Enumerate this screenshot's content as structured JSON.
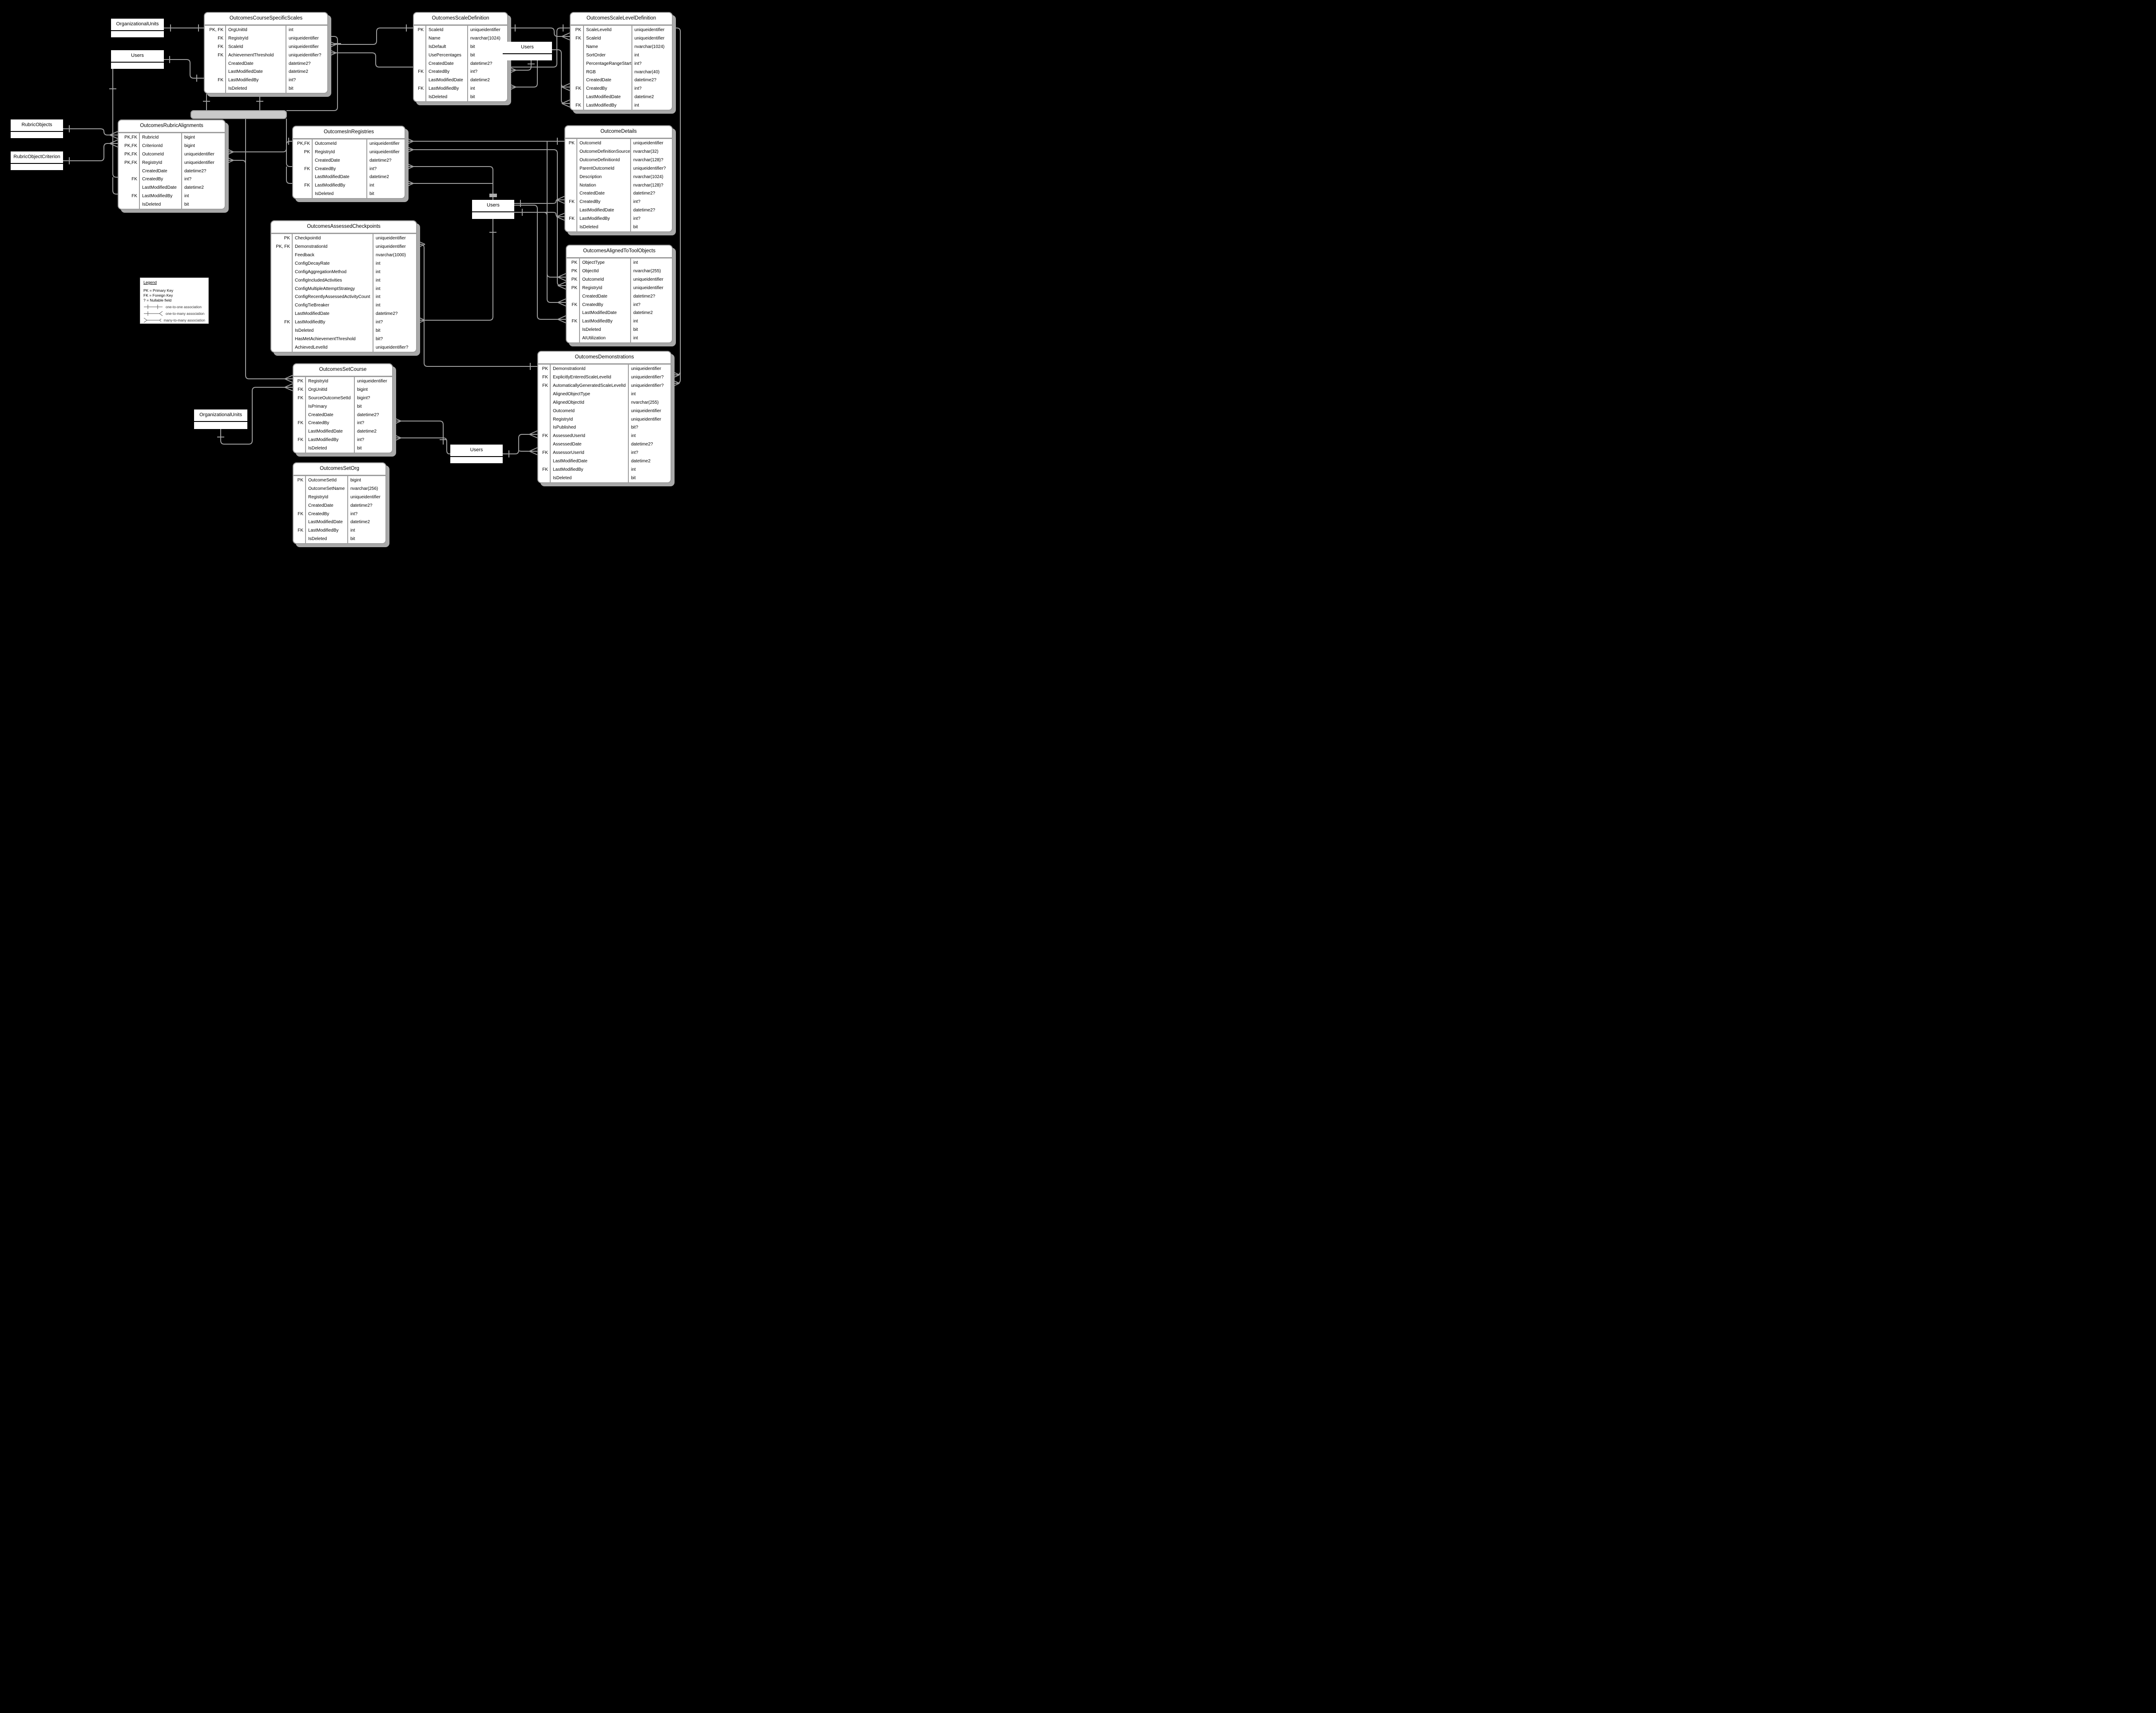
{
  "diagram": {
    "background_color": "#000000",
    "connector_color": "#9e9e9e",
    "entities": [
      {
        "name": "OutcomesCourseSpecificScales",
        "columns": [
          {
            "key": "PK, FK",
            "name": "OrgUnitId",
            "type": "int"
          },
          {
            "key": "FK",
            "name": "RegistryId",
            "type": "uniqueidentifier"
          },
          {
            "key": "FK",
            "name": "ScaleId",
            "type": "uniqueidentifier"
          },
          {
            "key": "FK",
            "name": "AchievementThreshold",
            "type": "uniqueidentifier?"
          },
          {
            "key": "",
            "name": "CreatedDate",
            "type": "datetime2?"
          },
          {
            "key": "",
            "name": "LastModifiedDate",
            "type": "datetime2"
          },
          {
            "key": "FK",
            "name": "LastModifiedBy",
            "type": "int?"
          },
          {
            "key": "",
            "name": "IsDeleted",
            "type": "bit"
          }
        ]
      },
      {
        "name": "OutcomesScaleDefinition",
        "columns": [
          {
            "key": "PK",
            "name": "ScaleId",
            "type": "uniqueidentifier"
          },
          {
            "key": "",
            "name": "Name",
            "type": "nvarchar(1024)"
          },
          {
            "key": "",
            "name": "IsDefault",
            "type": "bit"
          },
          {
            "key": "",
            "name": "UsePercentages",
            "type": "bit"
          },
          {
            "key": "",
            "name": "CreatedDate",
            "type": "datetime2?"
          },
          {
            "key": "FK",
            "name": "CreatedBy",
            "type": "int?"
          },
          {
            "key": "",
            "name": "LastModifiedDate",
            "type": "datetime2"
          },
          {
            "key": "FK",
            "name": "LastModifiedBy",
            "type": "int"
          },
          {
            "key": "",
            "name": "IsDeleted",
            "type": "bit"
          }
        ]
      },
      {
        "name": "OutcomesScaleLevelDefinition",
        "columns": [
          {
            "key": "PK",
            "name": "ScaleLevelId",
            "type": "uniqueidentifier"
          },
          {
            "key": "FK",
            "name": "ScaleId",
            "type": "uniqueidentifier"
          },
          {
            "key": "",
            "name": "Name",
            "type": "nvarchar(1024)"
          },
          {
            "key": "",
            "name": "SortOrder",
            "type": "int"
          },
          {
            "key": "",
            "name": "PercentageRangeStart",
            "type": "int?"
          },
          {
            "key": "",
            "name": "RGB",
            "type": "nvarchar(40)"
          },
          {
            "key": "",
            "name": "CreatedDate",
            "type": "datetime2?"
          },
          {
            "key": "FK",
            "name": "CreatedBy",
            "type": "int?"
          },
          {
            "key": "",
            "name": "LastModifiedDate",
            "type": "datetime2"
          },
          {
            "key": "FK",
            "name": "LastModifiedBy",
            "type": "int"
          }
        ]
      },
      {
        "name": "OutcomesRubricAlignments",
        "columns": [
          {
            "key": "PK,FK",
            "name": "RubricId",
            "type": "bigint"
          },
          {
            "key": "PK,FK",
            "name": "CriterionId",
            "type": "bigint"
          },
          {
            "key": "PK,FK",
            "name": "OutcomeId",
            "type": "uniqueidentifier"
          },
          {
            "key": "PK,FK",
            "name": "RegistryId",
            "type": "uniqueidentifier"
          },
          {
            "key": "",
            "name": "CreatedDate",
            "type": "datetime2?"
          },
          {
            "key": "FK",
            "name": "CreatedBy",
            "type": "int?"
          },
          {
            "key": "",
            "name": "LastModifiedDate",
            "type": "datetime2"
          },
          {
            "key": "FK",
            "name": "LastModifiedBy",
            "type": "int"
          },
          {
            "key": "",
            "name": "IsDeleted",
            "type": "bit"
          }
        ]
      },
      {
        "name": "OutcomesInRegistries",
        "columns": [
          {
            "key": "PK,FK",
            "name": "OutcomeId",
            "type": "uniqueidentifier"
          },
          {
            "key": "PK",
            "name": "RegistryId",
            "type": "uniqueidentifier"
          },
          {
            "key": "",
            "name": "CreatedDate",
            "type": "datetime2?"
          },
          {
            "key": "FK",
            "name": "CreatedBy",
            "type": "int?"
          },
          {
            "key": "",
            "name": "LastModifiedDate",
            "type": "datetime2"
          },
          {
            "key": "FK",
            "name": "LastModifiedBy",
            "type": "int"
          },
          {
            "key": "",
            "name": "IsDeleted",
            "type": "bit"
          }
        ]
      },
      {
        "name": "OutcomeDetails",
        "columns": [
          {
            "key": "PK",
            "name": "OutcomeId",
            "type": "uniqueidentifier"
          },
          {
            "key": "",
            "name": "OutcomeDefinitionSource",
            "type": "nvarchar(32)"
          },
          {
            "key": "",
            "name": "OutcomeDefinitionId",
            "type": "nvarchar(128)?"
          },
          {
            "key": "",
            "name": "ParentOutcomeId",
            "type": "uniqueidentifier?"
          },
          {
            "key": "",
            "name": "Description",
            "type": "nvarchar(1024)"
          },
          {
            "key": "",
            "name": "Notation",
            "type": "nvarchar(128)?"
          },
          {
            "key": "",
            "name": "CreatedDate",
            "type": "datetime2?"
          },
          {
            "key": "FK",
            "name": "CreatedBy",
            "type": "int?"
          },
          {
            "key": "",
            "name": "LastModifiedDate",
            "type": "datetime2?"
          },
          {
            "key": "FK",
            "name": "LastModifiedBy",
            "type": "int?"
          },
          {
            "key": "",
            "name": "IsDeleted",
            "type": "bit"
          }
        ]
      },
      {
        "name": "OutcomesAssessedCheckpoints",
        "columns": [
          {
            "key": "PK",
            "name": "CheckpointId",
            "type": "uniqueidentifier"
          },
          {
            "key": "PK, FK",
            "name": "DemonstrationId",
            "type": "uniqueidentifier"
          },
          {
            "key": "",
            "name": "Feedback",
            "type": "nvarchar(1000)"
          },
          {
            "key": "",
            "name": "ConfigDecayRate",
            "type": "int"
          },
          {
            "key": "",
            "name": "ConfigAggregationMethod",
            "type": "int"
          },
          {
            "key": "",
            "name": "ConfigIncludedActivities",
            "type": "int"
          },
          {
            "key": "",
            "name": "ConfigMultipleAttemptStrategy",
            "type": "int"
          },
          {
            "key": "",
            "name": "ConfigRecentlyAssessedActivityCount",
            "type": "int"
          },
          {
            "key": "",
            "name": "ConfigTieBreaker",
            "type": "int"
          },
          {
            "key": "",
            "name": "LastModifiedDate",
            "type": "datetime2?"
          },
          {
            "key": "FK",
            "name": "LastModifiedBy",
            "type": "int?"
          },
          {
            "key": "",
            "name": "IsDeleted",
            "type": "bit"
          },
          {
            "key": "",
            "name": "HasMetAchievementThreshold",
            "type": "bit?"
          },
          {
            "key": "",
            "name": "AchievedLevelId",
            "type": "uniqueidentifier?"
          }
        ]
      },
      {
        "name": "OutcomesAlignedToToolObjects",
        "columns": [
          {
            "key": "PK",
            "name": "ObjectType",
            "type": "int"
          },
          {
            "key": "PK",
            "name": "ObjectId",
            "type": "nvarchar(255)"
          },
          {
            "key": "PK",
            "name": "OutcomeId",
            "type": "uniqueidentifier"
          },
          {
            "key": "PK",
            "name": "RegistryId",
            "type": "uniqueidentifier"
          },
          {
            "key": "",
            "name": "CreatedDate",
            "type": "datetime2?"
          },
          {
            "key": "FK",
            "name": "CreatedBy",
            "type": "int?"
          },
          {
            "key": "",
            "name": "LastModifiedDate",
            "type": "datetime2"
          },
          {
            "key": "FK",
            "name": "LastModifiedBy",
            "type": "int"
          },
          {
            "key": "",
            "name": "IsDeleted",
            "type": "bit"
          },
          {
            "key": "",
            "name": "AIUtilization",
            "type": "int"
          }
        ]
      },
      {
        "name": "OutcomesDemonstrations",
        "columns": [
          {
            "key": "PK",
            "name": "DemonstrationId",
            "type": "uniqueidentifier"
          },
          {
            "key": "FK",
            "name": "ExplicitlyEnteredScaleLevelId",
            "type": "uniqueidentifier?"
          },
          {
            "key": "FK",
            "name": "AutomaticallyGeneratedScaleLevelId",
            "type": "uniqueidentifier?"
          },
          {
            "key": "",
            "name": "AlignedObjectType",
            "type": "int"
          },
          {
            "key": "",
            "name": "AlignedObjectId",
            "type": "nvarchar(255)"
          },
          {
            "key": "",
            "name": "OutcomeId",
            "type": "uniqueidentifier"
          },
          {
            "key": "",
            "name": "RegistryId",
            "type": "uniqueidentifier"
          },
          {
            "key": "",
            "name": "IsPublished",
            "type": "bit?"
          },
          {
            "key": "FK",
            "name": "AssessedUserId",
            "type": "int"
          },
          {
            "key": "",
            "name": "AssessedDate",
            "type": "datetime2?"
          },
          {
            "key": "FK",
            "name": "AssessorUserId",
            "type": "int?"
          },
          {
            "key": "",
            "name": "LastModifiedDate",
            "type": "datetime2"
          },
          {
            "key": "FK",
            "name": "LastModifiedBy",
            "type": "int"
          },
          {
            "key": "",
            "name": "IsDeleted",
            "type": "bit"
          }
        ]
      },
      {
        "name": "OutcomesSetCourse",
        "columns": [
          {
            "key": "PK",
            "name": "RegistryId",
            "type": "uniqueidentifier"
          },
          {
            "key": "FK",
            "name": "OrgUnitId",
            "type": "bigint"
          },
          {
            "key": "FK",
            "name": "SourceOutcomeSetId",
            "type": "bigint?"
          },
          {
            "key": "",
            "name": "IsPrimary",
            "type": "bit"
          },
          {
            "key": "",
            "name": "CreatedDate",
            "type": "datetime2?"
          },
          {
            "key": "FK",
            "name": "CreatedBy",
            "type": "int?"
          },
          {
            "key": "",
            "name": "LastModifiedDate",
            "type": "datetime2"
          },
          {
            "key": "FK",
            "name": "LastModifiedBy",
            "type": "int?"
          },
          {
            "key": "",
            "name": "IsDeleted",
            "type": "bit"
          }
        ]
      },
      {
        "name": "OutcomesSetOrg",
        "columns": [
          {
            "key": "PK",
            "name": "OutcomeSetId",
            "type": "bigint"
          },
          {
            "key": "",
            "name": "OutcomeSetName",
            "type": "nvarchar(256)"
          },
          {
            "key": "",
            "name": "RegistryId",
            "type": "uniqueidentifier"
          },
          {
            "key": "",
            "name": "CreatedDate",
            "type": "datetime2?"
          },
          {
            "key": "FK",
            "name": "CreatedBy",
            "type": "int?"
          },
          {
            "key": "",
            "name": "LastModifiedDate",
            "type": "datetime2"
          },
          {
            "key": "FK",
            "name": "LastModifiedBy",
            "type": "int"
          },
          {
            "key": "",
            "name": "IsDeleted",
            "type": "bit"
          }
        ]
      }
    ],
    "simple_entities": [
      {
        "label": "OrganizationalUnits"
      },
      {
        "label": "Users"
      },
      {
        "label": "Users"
      },
      {
        "label": "RubricObjects"
      },
      {
        "label": "RubricObjectCriterion"
      },
      {
        "label": "Users"
      },
      {
        "label": "OrganizationalUnits"
      },
      {
        "label": "Users"
      }
    ],
    "legend": {
      "title": "Legend",
      "keys": [
        "PK = Primary Key",
        "FK = Foreign Key",
        "? = Nullable field"
      ],
      "associations": [
        "one-to-one association",
        "one-to-many association",
        "many-to-many association"
      ]
    }
  }
}
